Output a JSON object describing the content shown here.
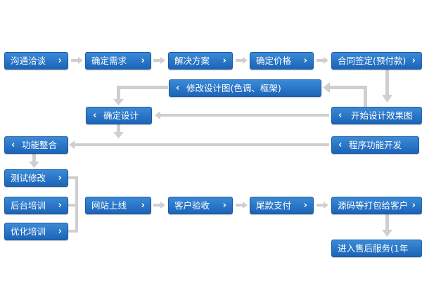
{
  "nodes": {
    "n1": {
      "label": "沟通洽谈",
      "chevron": "›"
    },
    "n2": {
      "label": "确定需求",
      "chevron": "›"
    },
    "n3": {
      "label": "解决方案",
      "chevron": "›"
    },
    "n4": {
      "label": "确定价格",
      "chevron": "›"
    },
    "n5": {
      "label": "合同签定(预付款)",
      "chevron": "›"
    },
    "n6": {
      "label": "修改设计图(色调、框架)",
      "chevron": "‹"
    },
    "n7": {
      "label": "确定设计",
      "chevron": "‹"
    },
    "n8": {
      "label": "开始设计效果图",
      "chevron": "‹"
    },
    "n9": {
      "label": "功能整合",
      "chevron": "‹"
    },
    "n10": {
      "label": "程序功能开发",
      "chevron": "‹"
    },
    "n11": {
      "label": "测试修改",
      "chevron": "›"
    },
    "n12": {
      "label": "后台培训",
      "chevron": "›"
    },
    "n13": {
      "label": "优化培训",
      "chevron": "›"
    },
    "n14": {
      "label": "网站上线",
      "chevron": "›"
    },
    "n15": {
      "label": "客户验收",
      "chevron": "›"
    },
    "n16": {
      "label": "尾款支付",
      "chevron": "›"
    },
    "n17": {
      "label": "源码等打包给客户",
      "chevron": "›"
    },
    "n18": {
      "label": "进入售后服务(1年",
      "chevron": ""
    }
  },
  "colors": {
    "box_top": "#3a8ad6",
    "box_bottom": "#1c64b8",
    "arrow": "#cfcfcf",
    "text": "#ffffff"
  }
}
